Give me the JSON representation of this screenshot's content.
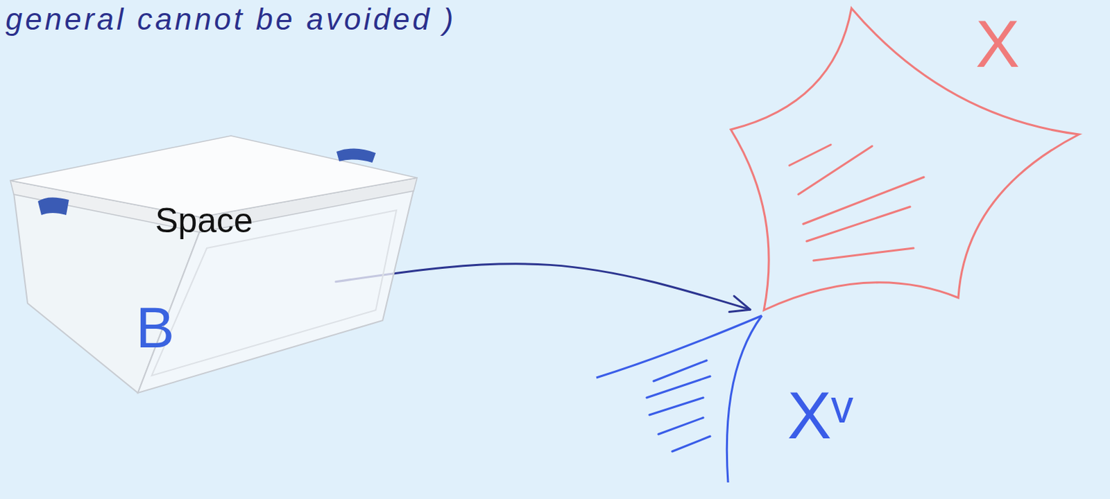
{
  "diagram": {
    "nodes": [
      {
        "text": [
          "Space",
          "B"
        ]
      },
      {
        "text": [
          "X"
        ]
      },
      {
        "text": [
          "Xᵛ"
        ]
      }
    ],
    "edges": [
      {
        "from": 0,
        "to": 1,
        "arrow": "to"
      }
    ],
    "labels": [
      "general cannot be avoided )"
    ]
  }
}
